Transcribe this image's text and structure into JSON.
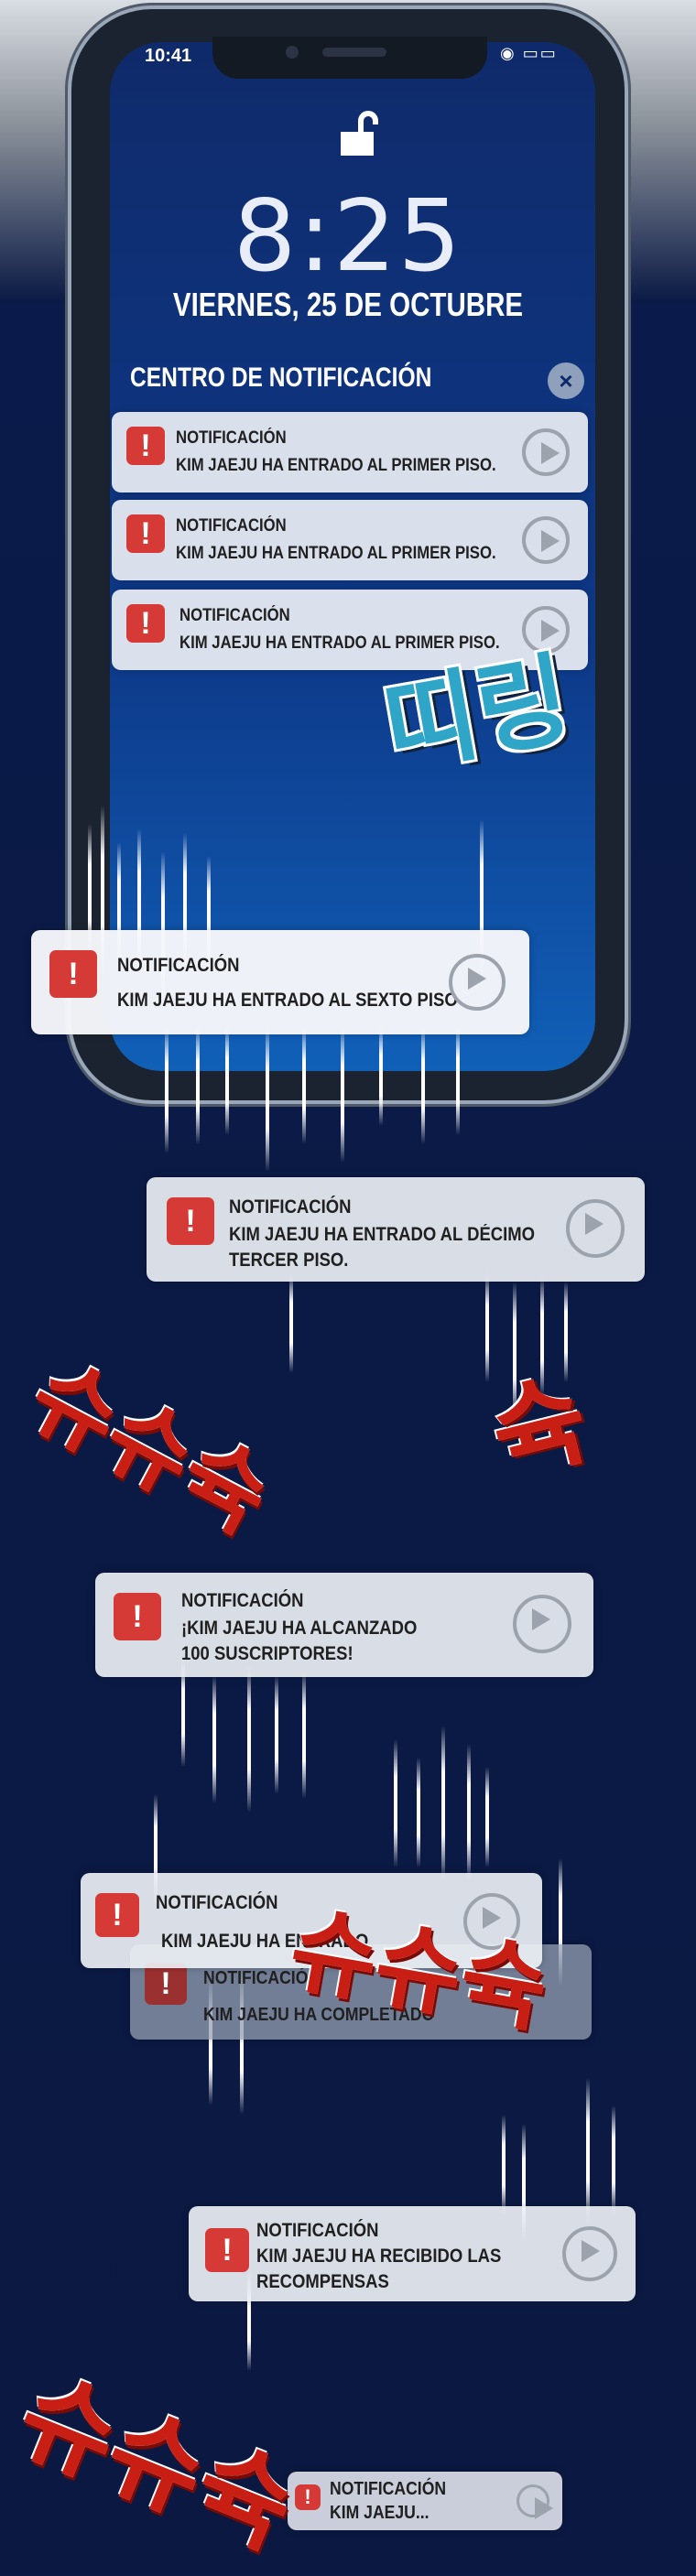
{
  "status": {
    "time": "10:41",
    "icons": "◉ ▭▭"
  },
  "lock": {
    "time": "8:25",
    "date": "VIERNES, 25 DE OCTUBRE"
  },
  "notification_center": {
    "title": "CENTRO DE NOTIFICACIÓN"
  },
  "notifications": [
    {
      "title": "NOTIFICACIÓN",
      "line1": "KIM JAEJU HA ENTRADO AL PRIMER PISO.",
      "line2": ""
    },
    {
      "title": "NOTIFICACIÓN",
      "line1": "KIM JAEJU HA ENTRADO AL PRIMER PISO.",
      "line2": ""
    },
    {
      "title": "NOTIFICACIÓN",
      "line1": "KIM JAEJU HA ENTRADO AL PRIMER PISO.",
      "line2": ""
    },
    {
      "title": "NOTIFICACIÓN",
      "line1": "KIM JAEJU HA ENTRADO AL SEXTO PISO",
      "line2": ""
    },
    {
      "title": "NOTIFICACIÓN",
      "line1": "KIM JAEJU HA ENTRADO AL DÉCIMO",
      "line2": "TERCER PISO."
    },
    {
      "title": "NOTIFICACIÓN",
      "line1": "¡KIM JAEJU HA ALCANZADO",
      "line2": "100 SUSCRIPTORES!"
    },
    {
      "title": "NOTIFICACIÓN",
      "line1": "KIM JAEJU HA ENTRADO",
      "line2": ""
    },
    {
      "title": "NOTIFICACIÓN",
      "line1": "KIM JAEJU HA COMPLETADO",
      "line2": ""
    },
    {
      "title": "NOTIFICACIÓN",
      "line1": "KIM JAEJU HA RECIBIDO LAS",
      "line2": "RECOMPENSAS"
    },
    {
      "title": "NOTIFICACIÓN",
      "line1": "KIM JAEJU...",
      "line2": ""
    }
  ],
  "sfx": {
    "ding": "띠링",
    "swish": "슈슈슉",
    "swish_single": "슉"
  },
  "colors": {
    "alert_red": "#d53a36",
    "card": "#eceff4",
    "background": "#0b1a45"
  }
}
